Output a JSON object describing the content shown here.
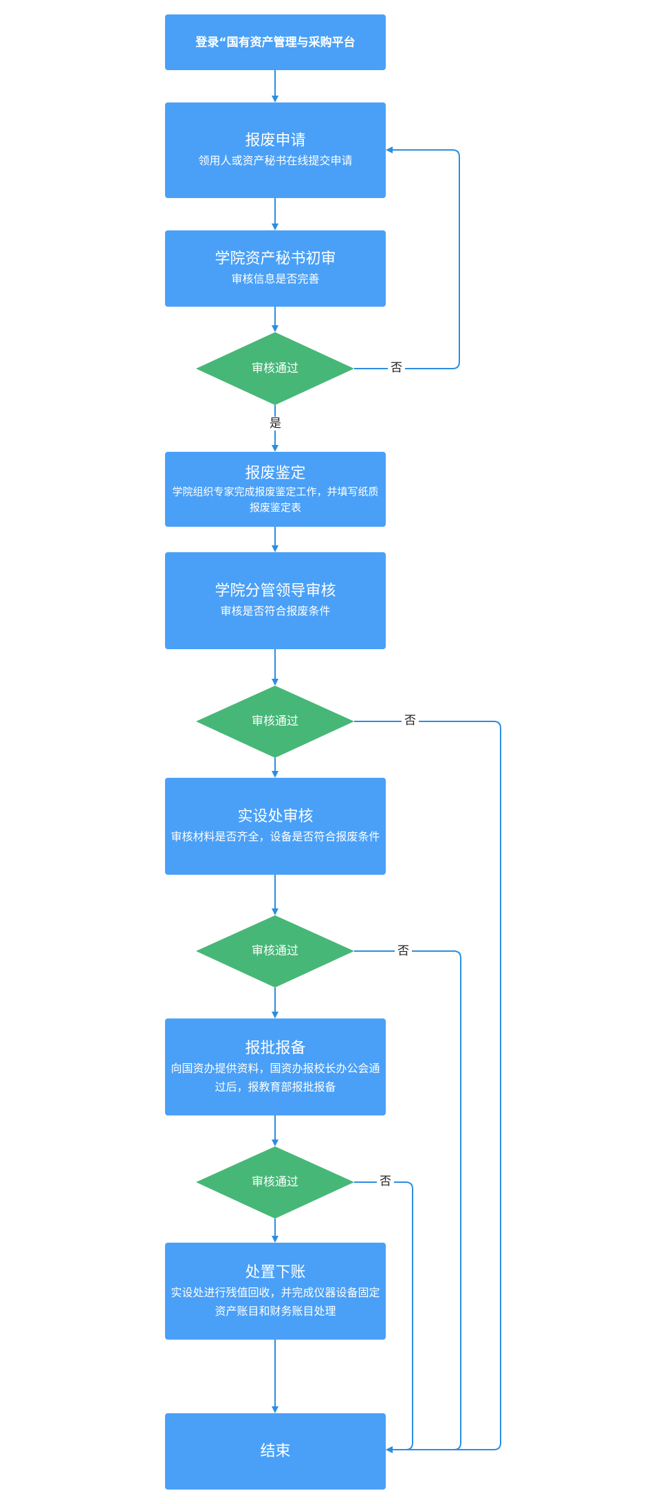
{
  "colors": {
    "box": "#4aa0f7",
    "diamond": "#47b777",
    "arrow": "#2b8de0",
    "text": "#ffffff",
    "label": "#222222"
  },
  "nodes": {
    "login": {
      "title": "登录“国有资产管理与采购平台"
    },
    "apply": {
      "title": "报废申请",
      "sub": "领用人或资产秘书在线提交申请"
    },
    "sec": {
      "title": "学院资产秘书初审",
      "sub": "审核信息是否完善"
    },
    "d1": {
      "label": "审核通过"
    },
    "appraise": {
      "title": "报废鉴定",
      "sub": "学院组织专家完成报废鉴定工作，并填写纸质报废鉴定表"
    },
    "leader": {
      "title": "学院分管领导审核",
      "sub": "审核是否符合报废条件"
    },
    "d2": {
      "label": "审核通过"
    },
    "lab": {
      "title": "实设处审核",
      "sub": "审核材料是否齐全，设备是否符合报废条件"
    },
    "d3": {
      "label": "审核通过"
    },
    "report": {
      "title": "报批报备",
      "sub": "向国资办提供资料，国资办报校长办公会通过后，报教育部报批报备"
    },
    "d4": {
      "label": "审核通过"
    },
    "dispose": {
      "title": "处置下账",
      "sub": "实设处进行残值回收，并完成仪器设备固定资产账目和财务账目处理"
    },
    "end": {
      "title": "结束"
    }
  },
  "edge_labels": {
    "no1": "否",
    "yes1": "是",
    "no2": "否",
    "no3": "否",
    "no4": "否"
  }
}
